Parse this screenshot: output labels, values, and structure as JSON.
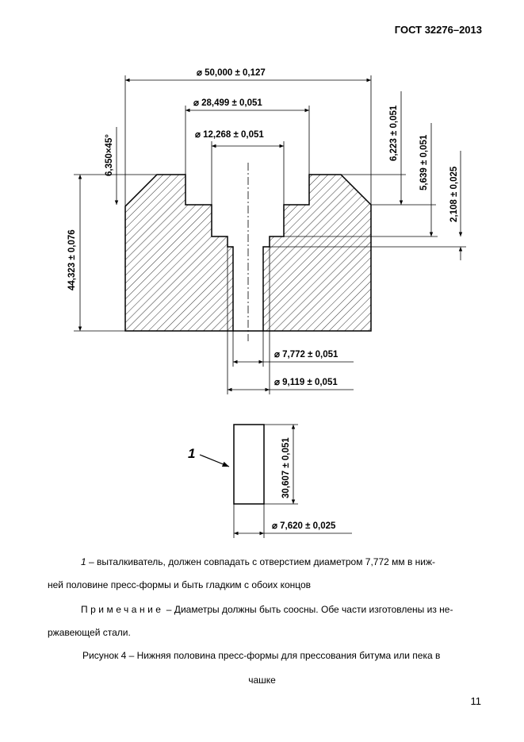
{
  "header": {
    "standard": "ГОСТ 32276–2013"
  },
  "drawing": {
    "dims": {
      "d_outer": "⌀ 50,000 ± 0,127",
      "d_recess": "⌀ 28,499 ± 0,051",
      "d_inner": "⌀ 12,268 ± 0,051",
      "chamfer": "6,350×45°",
      "depth1": "6,223 ± 0,051",
      "depth2": "5,639 ± 0,051",
      "depth3": "2,108 ± 0,025",
      "height": "44,323 ± 0,076",
      "d_hole": "⌀ 7,772 ± 0,051",
      "d_counter": "⌀ 9,119 ± 0,051",
      "ej_length": "30,607 ± 0,051",
      "ej_diam": "⌀ 7,620 ± 0,025"
    },
    "callout": "1"
  },
  "text": {
    "note1_num": "1",
    "note1_a": " – выталкиватель, должен совпадать с отверстием диаметром 7,772 мм в ниж-",
    "note1_b": "ней половине пресс-формы и быть гладким с обоих концов",
    "note2_label": "Примечание",
    "note2_a": " – Диаметры должны быть соосны. Обе части изготовлены из не-",
    "note2_b": "ржавеющей стали.",
    "caption_a": "Рисунок 4 – Нижняя половина пресс-формы для прессования битума или пека в",
    "caption_b": "чашке"
  },
  "page_number": "11"
}
